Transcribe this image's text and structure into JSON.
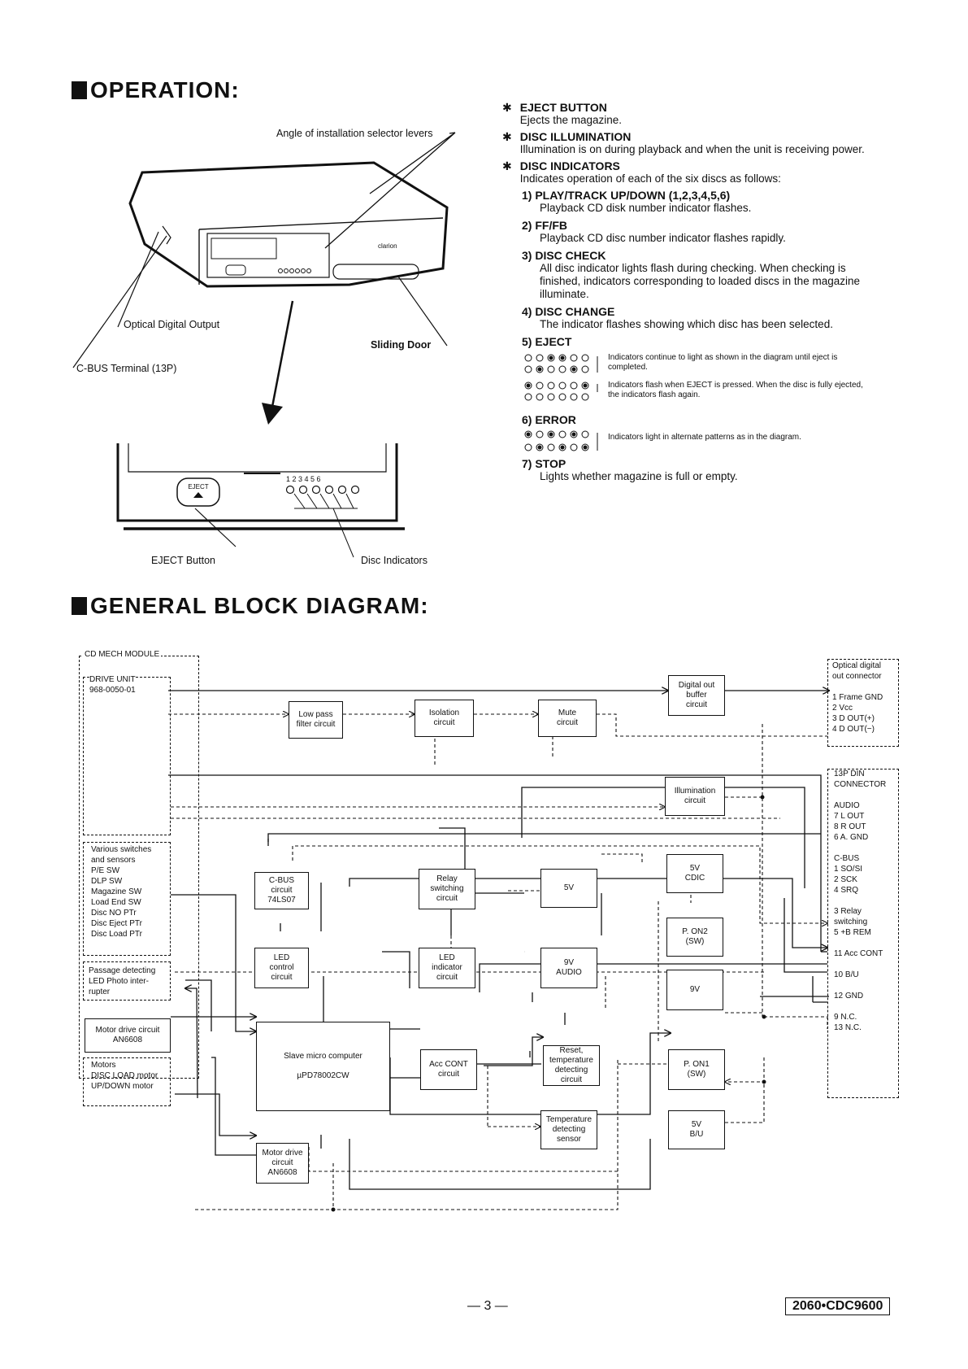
{
  "operation": {
    "title": "OPERATION:",
    "labels": {
      "angle_levers": "Angle of installation selector levers",
      "optical_output": "Optical Digital Output",
      "cbus_terminal": "C-BUS Terminal (13P)",
      "sliding_door": "Sliding Door",
      "eject_button": "EJECT Button",
      "disc_indicators": "Disc Indicators",
      "brand": "clarion",
      "eject_key": "EJECT",
      "indicator_numbers": "1  2  3  4  5  6"
    },
    "features": [
      {
        "title": "EJECT BUTTON",
        "desc": "Ejects the magazine."
      },
      {
        "title": "DISC ILLUMINATION",
        "desc": "Illumination is on during playback and when the unit is receiving power."
      },
      {
        "title": "DISC INDICATORS",
        "desc": "Indicates operation of each of the six discs as follows:"
      }
    ],
    "modes": [
      {
        "num": "1)",
        "title": "PLAY/TRACK UP/DOWN (1,2,3,4,5,6)",
        "desc": "Playback CD disk number indicator flashes."
      },
      {
        "num": "2)",
        "title": "FF/FB",
        "desc": "Playback CD disc number indicator flashes rapidly."
      },
      {
        "num": "3)",
        "title": "DISC CHECK",
        "desc": "All disc indicator lights flash during checking. When checking is finished, indicators corresponding to loaded discs in the magazine illuminate."
      },
      {
        "num": "4)",
        "title": "DISC CHANGE",
        "desc": "The indicator flashes showing which disc has been selected."
      },
      {
        "num": "5)",
        "title": "EJECT",
        "notes": [
          "Indicators continue to light as shown in the diagram until eject is completed.",
          "Indicators flash when EJECT is pressed. When the disc is fully ejected, the indicators flash again."
        ]
      },
      {
        "num": "6)",
        "title": "ERROR",
        "notes": [
          "Indicators light in alternate patterns as in the diagram."
        ]
      },
      {
        "num": "7)",
        "title": "STOP",
        "desc": "Lights whether magazine is full or empty."
      }
    ]
  },
  "block_diagram": {
    "title": "GENERAL BLOCK DIAGRAM:",
    "groups": {
      "cd_mech": "CD MECH MODULE",
      "drive_unit": "DRIVE UNIT\n968-0050-01",
      "switches": "Various switches\nand sensors\nP/E SW\nDLP SW\nMagazine SW\nLoad End SW\nDisc NO PTr\nDisc Eject PTr\nDisc Load PTr",
      "passage": "Passage detecting\nLED Photo inter-\nrupter",
      "motors": "Motors\nDISC LOAD motor\nUP/DOWN motor",
      "optical_conn": "Optical digital\nout connector\n\n1 Frame GND\n2 Vcc\n3 D OUT(+)\n4 D OUT(−)",
      "din_conn": "13P DIN\nCONNECTOR\n\nAUDIO\n7  L OUT\n8  R OUT\n6  A. GND\n\nC-BUS\n1  SO/SI\n2  SCK\n4  SRQ\n\n3  Relay\n    switching\n5  +B REM\n\n11 Acc CONT\n\n10 B/U\n\n12 GND\n\n9  N.C.\n13 N.C."
    },
    "blocks": {
      "low_pass": "Low pass\nfilter circuit",
      "isolation": "Isolation\ncircuit",
      "mute": "Mute\ncircuit",
      "digital_out": "Digital out\nbuffer\ncircuit",
      "illumination": "Illumination\ncircuit",
      "cbus": "C-BUS\ncircuit\n74LS07",
      "relay": "Relay\nswitching\ncircuit",
      "v5": "5V",
      "v5_cdic": "5V\nCDIC",
      "pon2": "P. ON2\n(SW)",
      "led_control": "LED\ncontrol\ncircuit",
      "led_indicator": "LED\nindicator\ncircuit",
      "v9_audio": "9V\nAUDIO",
      "v9": "9V",
      "motor_drive_1": "Motor drive circuit\nAN6608",
      "slave": "Slave micro computer\n\nµPD78002CW",
      "acc_cont": "Acc CONT\ncircuit",
      "reset": "Reset,\ntemperature\ndetecting\ncircuit",
      "pon1": "P. ON1\n(SW)",
      "temp_sensor": "Temperature\ndetecting\nsensor",
      "v5_bu": "5V\nB/U",
      "motor_drive_2": "Motor drive\ncircuit\nAN6608"
    }
  },
  "footer": {
    "page": "— 3 —",
    "code": "2060•CDC9600"
  }
}
